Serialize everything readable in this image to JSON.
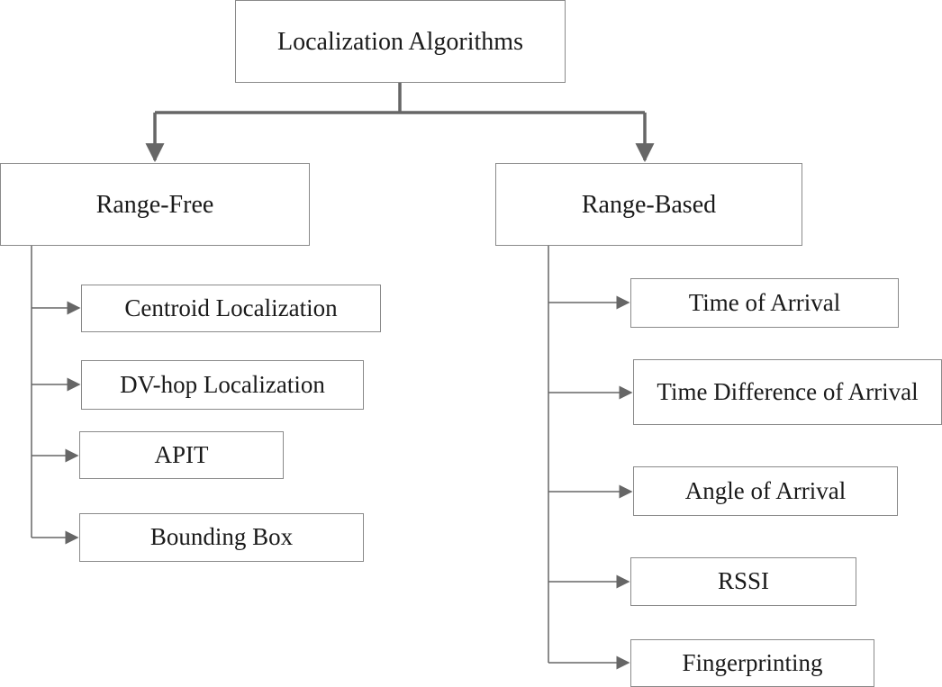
{
  "root": {
    "label": "Localization Algorithms"
  },
  "branches": [
    {
      "label": "Range-Free",
      "children": [
        "Centroid Localization",
        "DV-hop Localization",
        "APIT",
        "Bounding Box"
      ]
    },
    {
      "label": "Range-Based",
      "children": [
        "Time of Arrival",
        "Time Difference of Arrival",
        "Angle of Arrival",
        "RSSI",
        "Fingerprinting"
      ]
    }
  ],
  "colors": {
    "box_border": "#8a8a8a",
    "connector": "#666666",
    "text": "#1a1a1a"
  }
}
